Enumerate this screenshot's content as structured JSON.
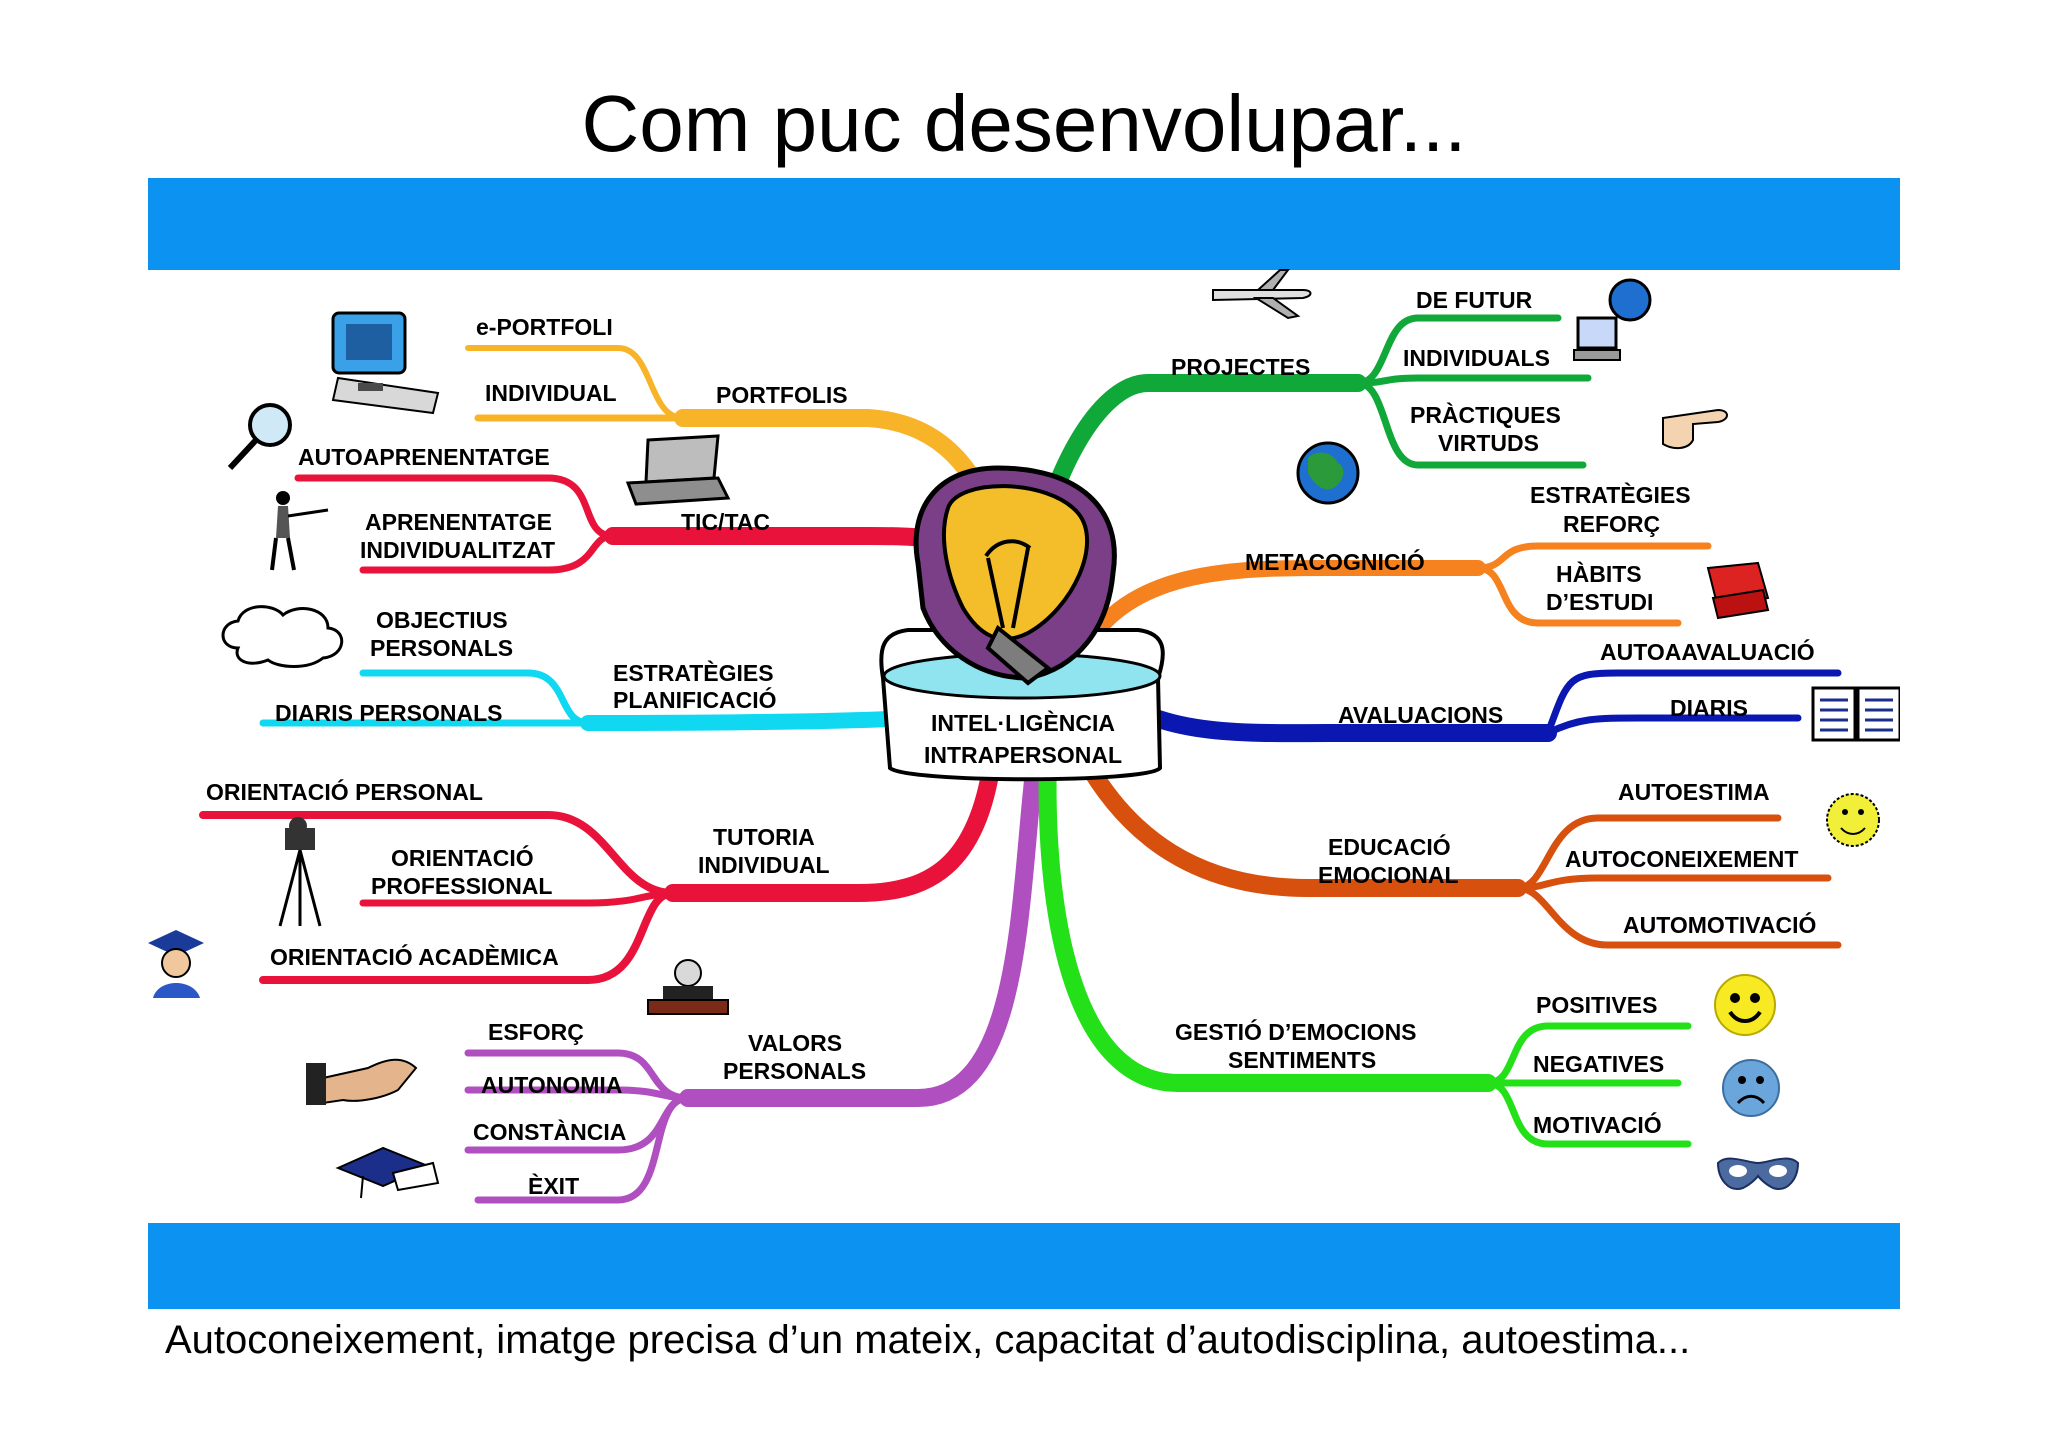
{
  "title": "Com puc desenvolupar...",
  "footer": "Autoconeixement, imatge precisa d’un mateix, capacitat d’autodisciplina, autoestima...",
  "colors": {
    "band": "#0c93f2",
    "portfolis": "#f8b428",
    "tic": "#e8123a",
    "estrategies_planificacio": "#0fd8f0",
    "tutoria": "#e8123a",
    "valors": "#b04fc0",
    "projectes": "#10a838",
    "metacognicio": "#f5821f",
    "avaluacions": "#0a17b0",
    "educacio": "#d8500e",
    "gestio": "#24e018"
  },
  "center": {
    "line1": "INTEL·LIGÈNCIA",
    "line2": "INTRAPERSONAL",
    "icon": "lightbulb-icon"
  },
  "branches": {
    "portfolis": {
      "label": "PORTFOLIS",
      "children": [
        "e-PORTFOLI",
        "INDIVIDUAL"
      ],
      "icon": "computer-icon"
    },
    "tic": {
      "label": "TIC/TAC",
      "children": [
        "AUTOAPRENENTATGE",
        "APRENENTATGE",
        "INDIVIDUALITZAT"
      ],
      "icons": [
        "magnifier-icon",
        "laptop-icon",
        "person-icon"
      ]
    },
    "estrategies_planificacio": {
      "label1": "ESTRATÈGIES",
      "label2": "PLANIFICACIÓ",
      "children": [
        "OBJECTIUS",
        "PERSONALS",
        "DIARIS PERSONALS"
      ],
      "icon": "cloud-icon"
    },
    "tutoria": {
      "label1": "TUTORIA",
      "label2": "INDIVIDUAL",
      "children": [
        "ORIENTACIÓ PERSONAL",
        "ORIENTACIÓ",
        "PROFESSIONAL",
        "ORIENTACIÓ ACADÈMICA"
      ],
      "icons": [
        "camera-icon",
        "graduate-icon",
        "judge-icon"
      ]
    },
    "valors": {
      "label1": "VALORS",
      "label2": "PERSONALS",
      "children": [
        "ESFORÇ",
        "AUTONOMIA",
        "CONSTÀNCIA",
        "ÈXIT"
      ],
      "icons": [
        "handshake-icon",
        "graduation-cap-icon"
      ]
    },
    "projectes": {
      "label": "PROJECTES",
      "children": [
        "DE FUTUR",
        "INDIVIDUALS",
        "PRÀCTIQUES",
        "VIRTUDS"
      ],
      "icons": [
        "airplane-icon",
        "globe-computer-icon",
        "globe-icon",
        "pointing-hand-icon"
      ]
    },
    "metacognicio": {
      "label": "METACOGNICIÓ",
      "children": [
        "ESTRATÈGIES",
        "REFORÇ",
        "HÀBITS",
        "D’ESTUDI"
      ],
      "icon": "books-icon"
    },
    "avaluacions": {
      "label": "AVALUACIONS",
      "children": [
        "AUTOAAVALUACIÓ",
        "DIARIS"
      ],
      "icon": "open-book-icon"
    },
    "educacio": {
      "label1": "EDUCACIÓ",
      "label2": "EMOCIONAL",
      "children": [
        "AUTOESTIMA",
        "AUTOCONEIXEMENT",
        "AUTOMOTIVACIÓ"
      ],
      "icon": "smiley-icon"
    },
    "gestio": {
      "label1": "GESTIÓ D’EMOCIONS",
      "label2": "SENTIMENTS",
      "children": [
        "POSITIVES",
        "NEGATIVES",
        "MOTIVACIÓ"
      ],
      "icons": [
        "happy-face-icon",
        "sad-face-icon",
        "mask-icon"
      ]
    }
  }
}
